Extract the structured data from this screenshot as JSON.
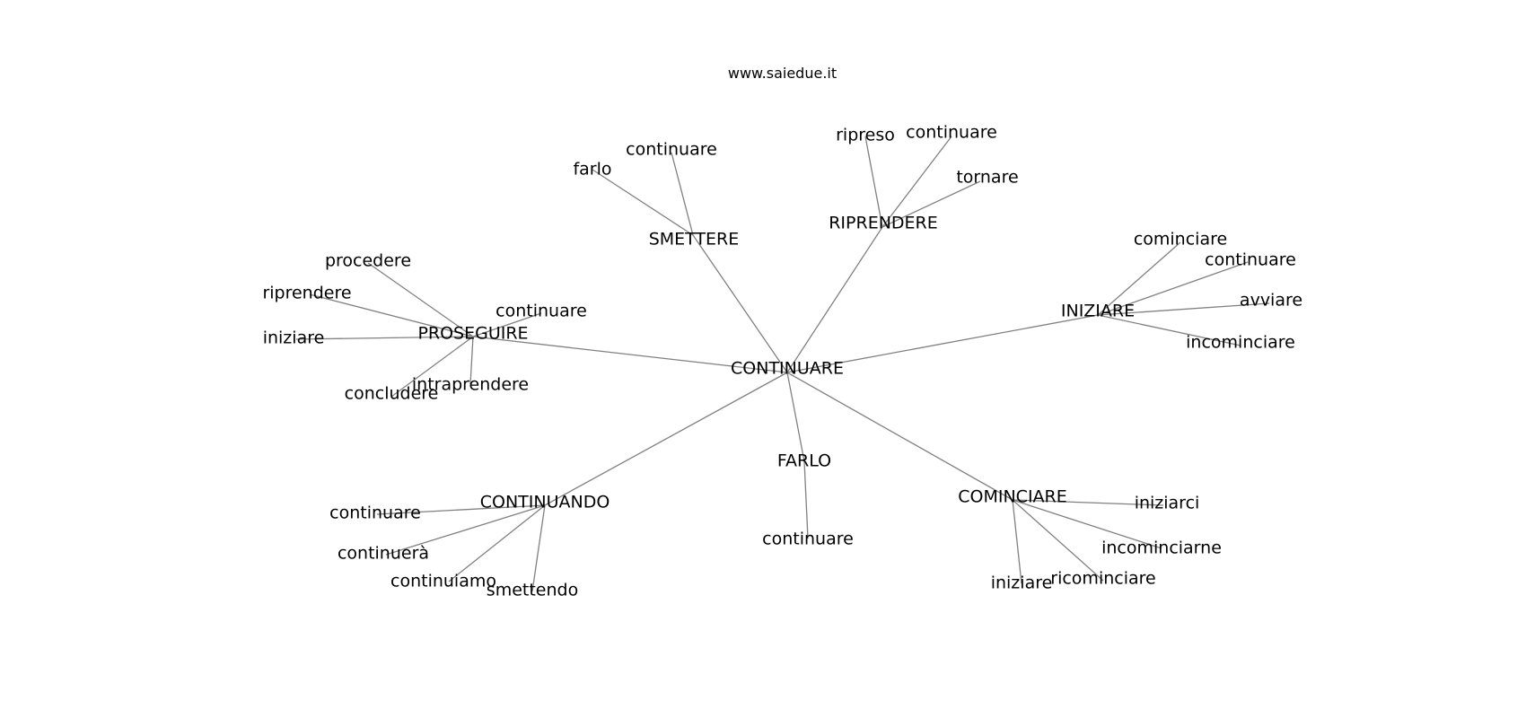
{
  "site": "www.saiedue.it",
  "colors": {
    "edge": "#808080",
    "text": "#000000",
    "background": "#ffffff"
  },
  "root": "CONTINUARE",
  "nodes": [
    {
      "id": "continuare_root",
      "label": "CONTINUARE"
    },
    {
      "id": "smettere",
      "label": "SMETTERE"
    },
    {
      "id": "riprendere",
      "label": "RIPRENDERE"
    },
    {
      "id": "iniziare_hub",
      "label": "INIZIARE"
    },
    {
      "id": "proseguire",
      "label": "PROSEGUIRE"
    },
    {
      "id": "continuando",
      "label": "CONTINUANDO"
    },
    {
      "id": "farlo_hub",
      "label": "FARLO"
    },
    {
      "id": "cominciare_hub",
      "label": "COMINCIARE"
    },
    {
      "id": "smettere_farlo",
      "label": "farlo"
    },
    {
      "id": "smettere_continuare",
      "label": "continuare"
    },
    {
      "id": "riprendere_ripreso",
      "label": "ripreso"
    },
    {
      "id": "riprendere_continuare",
      "label": "continuare"
    },
    {
      "id": "riprendere_tornare",
      "label": "tornare"
    },
    {
      "id": "iniziare_cominciare",
      "label": "cominciare"
    },
    {
      "id": "iniziare_continuare",
      "label": "continuare"
    },
    {
      "id": "iniziare_avviare",
      "label": "avviare"
    },
    {
      "id": "iniziare_incominciare",
      "label": "incominciare"
    },
    {
      "id": "proseguire_procedere",
      "label": "procedere"
    },
    {
      "id": "proseguire_riprendere",
      "label": "riprendere"
    },
    {
      "id": "proseguire_iniziare",
      "label": "iniziare"
    },
    {
      "id": "proseguire_continuare",
      "label": "continuare"
    },
    {
      "id": "proseguire_intraprendere",
      "label": "intraprendere"
    },
    {
      "id": "proseguire_concludere",
      "label": "concludere"
    },
    {
      "id": "continuando_continuare",
      "label": "continuare"
    },
    {
      "id": "continuando_continuera",
      "label": "continuerà"
    },
    {
      "id": "continuando_continuiamo",
      "label": "continuiamo"
    },
    {
      "id": "continuando_smettendo",
      "label": "smettendo"
    },
    {
      "id": "farlo_continuare",
      "label": "continuare"
    },
    {
      "id": "cominciare_iniziarci",
      "label": "iniziarci"
    },
    {
      "id": "cominciare_incominciarne",
      "label": "incominciarne"
    },
    {
      "id": "cominciare_ricominciare",
      "label": "ricominciare"
    },
    {
      "id": "cominciare_iniziare",
      "label": "iniziare"
    }
  ],
  "edges": [
    [
      "continuare_root",
      "smettere"
    ],
    [
      "continuare_root",
      "riprendere"
    ],
    [
      "continuare_root",
      "iniziare_hub"
    ],
    [
      "continuare_root",
      "proseguire"
    ],
    [
      "continuare_root",
      "continuando"
    ],
    [
      "continuare_root",
      "farlo_hub"
    ],
    [
      "continuare_root",
      "cominciare_hub"
    ],
    [
      "smettere",
      "smettere_farlo"
    ],
    [
      "smettere",
      "smettere_continuare"
    ],
    [
      "riprendere",
      "riprendere_ripreso"
    ],
    [
      "riprendere",
      "riprendere_continuare"
    ],
    [
      "riprendere",
      "riprendere_tornare"
    ],
    [
      "iniziare_hub",
      "iniziare_cominciare"
    ],
    [
      "iniziare_hub",
      "iniziare_continuare"
    ],
    [
      "iniziare_hub",
      "iniziare_avviare"
    ],
    [
      "iniziare_hub",
      "iniziare_incominciare"
    ],
    [
      "proseguire",
      "proseguire_procedere"
    ],
    [
      "proseguire",
      "proseguire_riprendere"
    ],
    [
      "proseguire",
      "proseguire_iniziare"
    ],
    [
      "proseguire",
      "proseguire_continuare"
    ],
    [
      "proseguire",
      "proseguire_intraprendere"
    ],
    [
      "proseguire",
      "proseguire_concludere"
    ],
    [
      "continuando",
      "continuando_continuare"
    ],
    [
      "continuando",
      "continuando_continuera"
    ],
    [
      "continuando",
      "continuando_continuiamo"
    ],
    [
      "continuando",
      "continuando_smettendo"
    ],
    [
      "farlo_hub",
      "farlo_continuare"
    ],
    [
      "cominciare_hub",
      "cominciare_iniziarci"
    ],
    [
      "cominciare_hub",
      "cominciare_incominciarne"
    ],
    [
      "cominciare_hub",
      "cominciare_ricominciare"
    ],
    [
      "cominciare_hub",
      "cominciare_iniziare"
    ]
  ]
}
